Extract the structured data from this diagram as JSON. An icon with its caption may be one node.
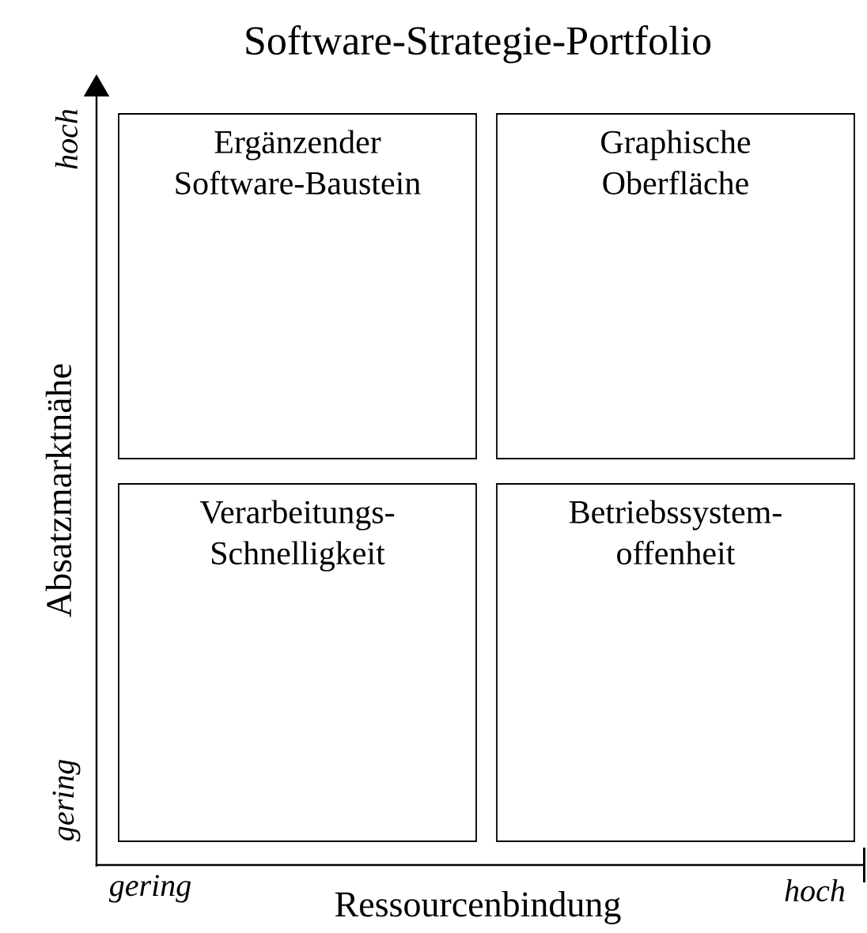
{
  "diagram": {
    "title": "Software-Strategie-Portfolio",
    "nodes": [
      {
        "text": [
          "Ergänzender Software-Baustein"
        ]
      },
      {
        "text": [
          "Graphische Oberfläche"
        ]
      },
      {
        "text": [
          "Verarbeitungs-Schnelligkeit"
        ]
      },
      {
        "text": [
          "Betriebssystem-offenheit"
        ]
      }
    ],
    "labels": [
      "hoch",
      "Absatzmarktnähe",
      "gering",
      "gering",
      "hoch",
      "Ressourcenbindung"
    ]
  }
}
